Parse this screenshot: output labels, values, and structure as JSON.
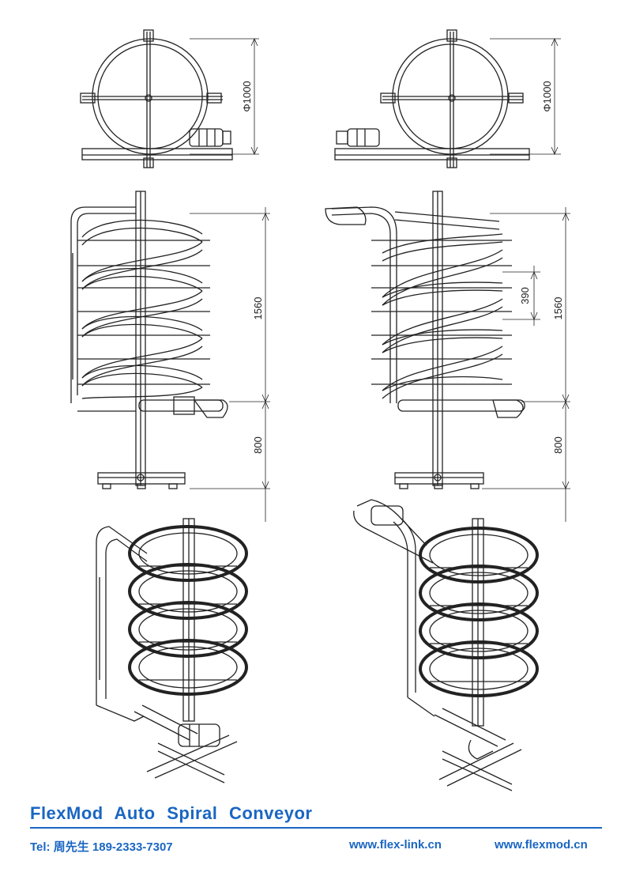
{
  "title": "FlexMod  Auto  Spiral  Conveyor",
  "contact": {
    "tel": "Tel: 周先生 189-2333-7307",
    "website1": "www.flex-link.cn",
    "website2": "www.flexmod.cn"
  },
  "dimensions": {
    "diameter": "Φ1000",
    "height_total": "1560",
    "height_base": "800",
    "pitch": "390"
  },
  "colors": {
    "accent": "#1a66c2",
    "line": "#222222"
  }
}
